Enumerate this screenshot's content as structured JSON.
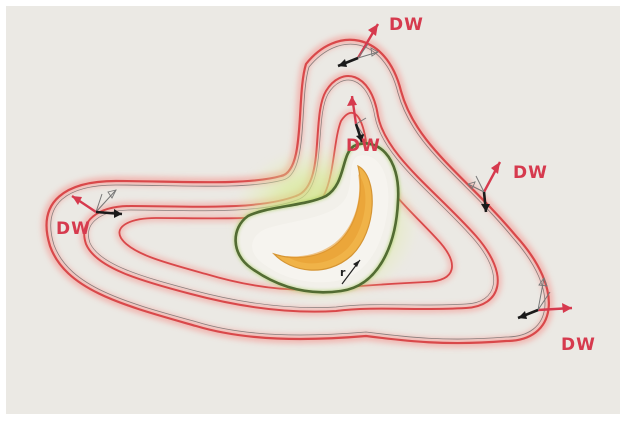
{
  "labels": {
    "dw_top": "DW",
    "dw_center": "DW",
    "dw_right": "DW",
    "dw_left": "DW",
    "dw_bottom_right": "DW",
    "r": "r"
  },
  "colors": {
    "paper": "#ebe9e4",
    "contour_outline": "#d9484a",
    "contour_halo": "#f0a0a0",
    "pencil_line": "#5a5a5a",
    "inner_boundary": "#1e2a1e",
    "green_glow": "#c8e070",
    "crescent_fill": "#f0b040",
    "downwind_arrow": "#d63a4e",
    "normal_arrow": "#1a1a1a",
    "tangent_arrow": "#777777"
  },
  "icons": {
    "direction_vector": "arrow-icon",
    "frame_triad": "triad-icon"
  }
}
